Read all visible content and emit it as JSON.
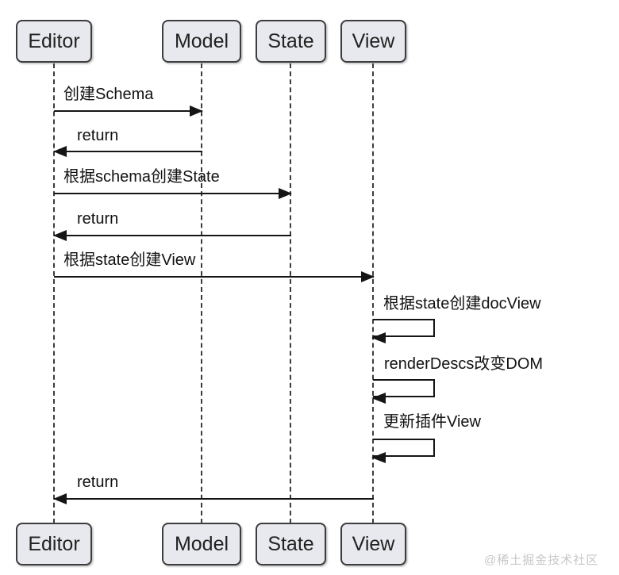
{
  "diagram": {
    "type": "uml-sequence",
    "actors": [
      "Editor",
      "Model",
      "State",
      "View"
    ],
    "messages": [
      {
        "label": "创建Schema",
        "from": "Editor",
        "to": "Model",
        "kind": "call"
      },
      {
        "label": "return",
        "from": "Model",
        "to": "Editor",
        "kind": "return"
      },
      {
        "label": "根据schema创建State",
        "from": "Editor",
        "to": "State",
        "kind": "call"
      },
      {
        "label": "return",
        "from": "State",
        "to": "Editor",
        "kind": "return"
      },
      {
        "label": "根据state创建View",
        "from": "Editor",
        "to": "View",
        "kind": "call"
      },
      {
        "label": "根据state创建docView",
        "from": "View",
        "to": "View",
        "kind": "self"
      },
      {
        "label": "renderDescs改变DOM",
        "from": "View",
        "to": "View",
        "kind": "self"
      },
      {
        "label": "更新插件View",
        "from": "View",
        "to": "View",
        "kind": "self"
      },
      {
        "label": "return",
        "from": "View",
        "to": "Editor",
        "kind": "return"
      }
    ],
    "watermark": "@稀土掘金技术社区",
    "colors": {
      "background": "#ffffff",
      "box_fill": "#e8e9ee",
      "box_border": "#3d3d3d",
      "line": "#151515",
      "text": "#121212",
      "watermark": "#c7c7c7"
    }
  }
}
